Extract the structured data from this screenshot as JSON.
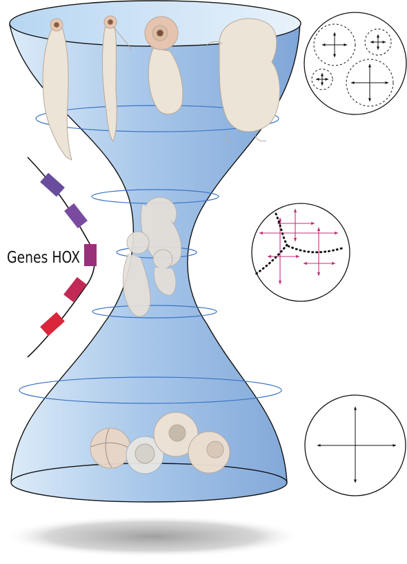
{
  "genes": {
    "label": "Genes HOX",
    "gene_colors": [
      "#6a4c9c",
      "#7a4aa0",
      "#9a2f7a",
      "#c22a55",
      "#d9263b"
    ]
  },
  "hourglass": {
    "fill_top": "#cfe3f5",
    "fill_mid": "#8fb4de",
    "outline": "#111111",
    "ring_color": "#3a73c4"
  },
  "diagrams": {
    "top_circle_arrow_color": "#111111",
    "middle_circle_arrow_color": "#c0337a",
    "bottom_circle_arrow_color": "#111111"
  },
  "stages": {
    "adult_embryos_count": 4,
    "pharyngula_count": 2,
    "early_embryos_count": 4
  }
}
